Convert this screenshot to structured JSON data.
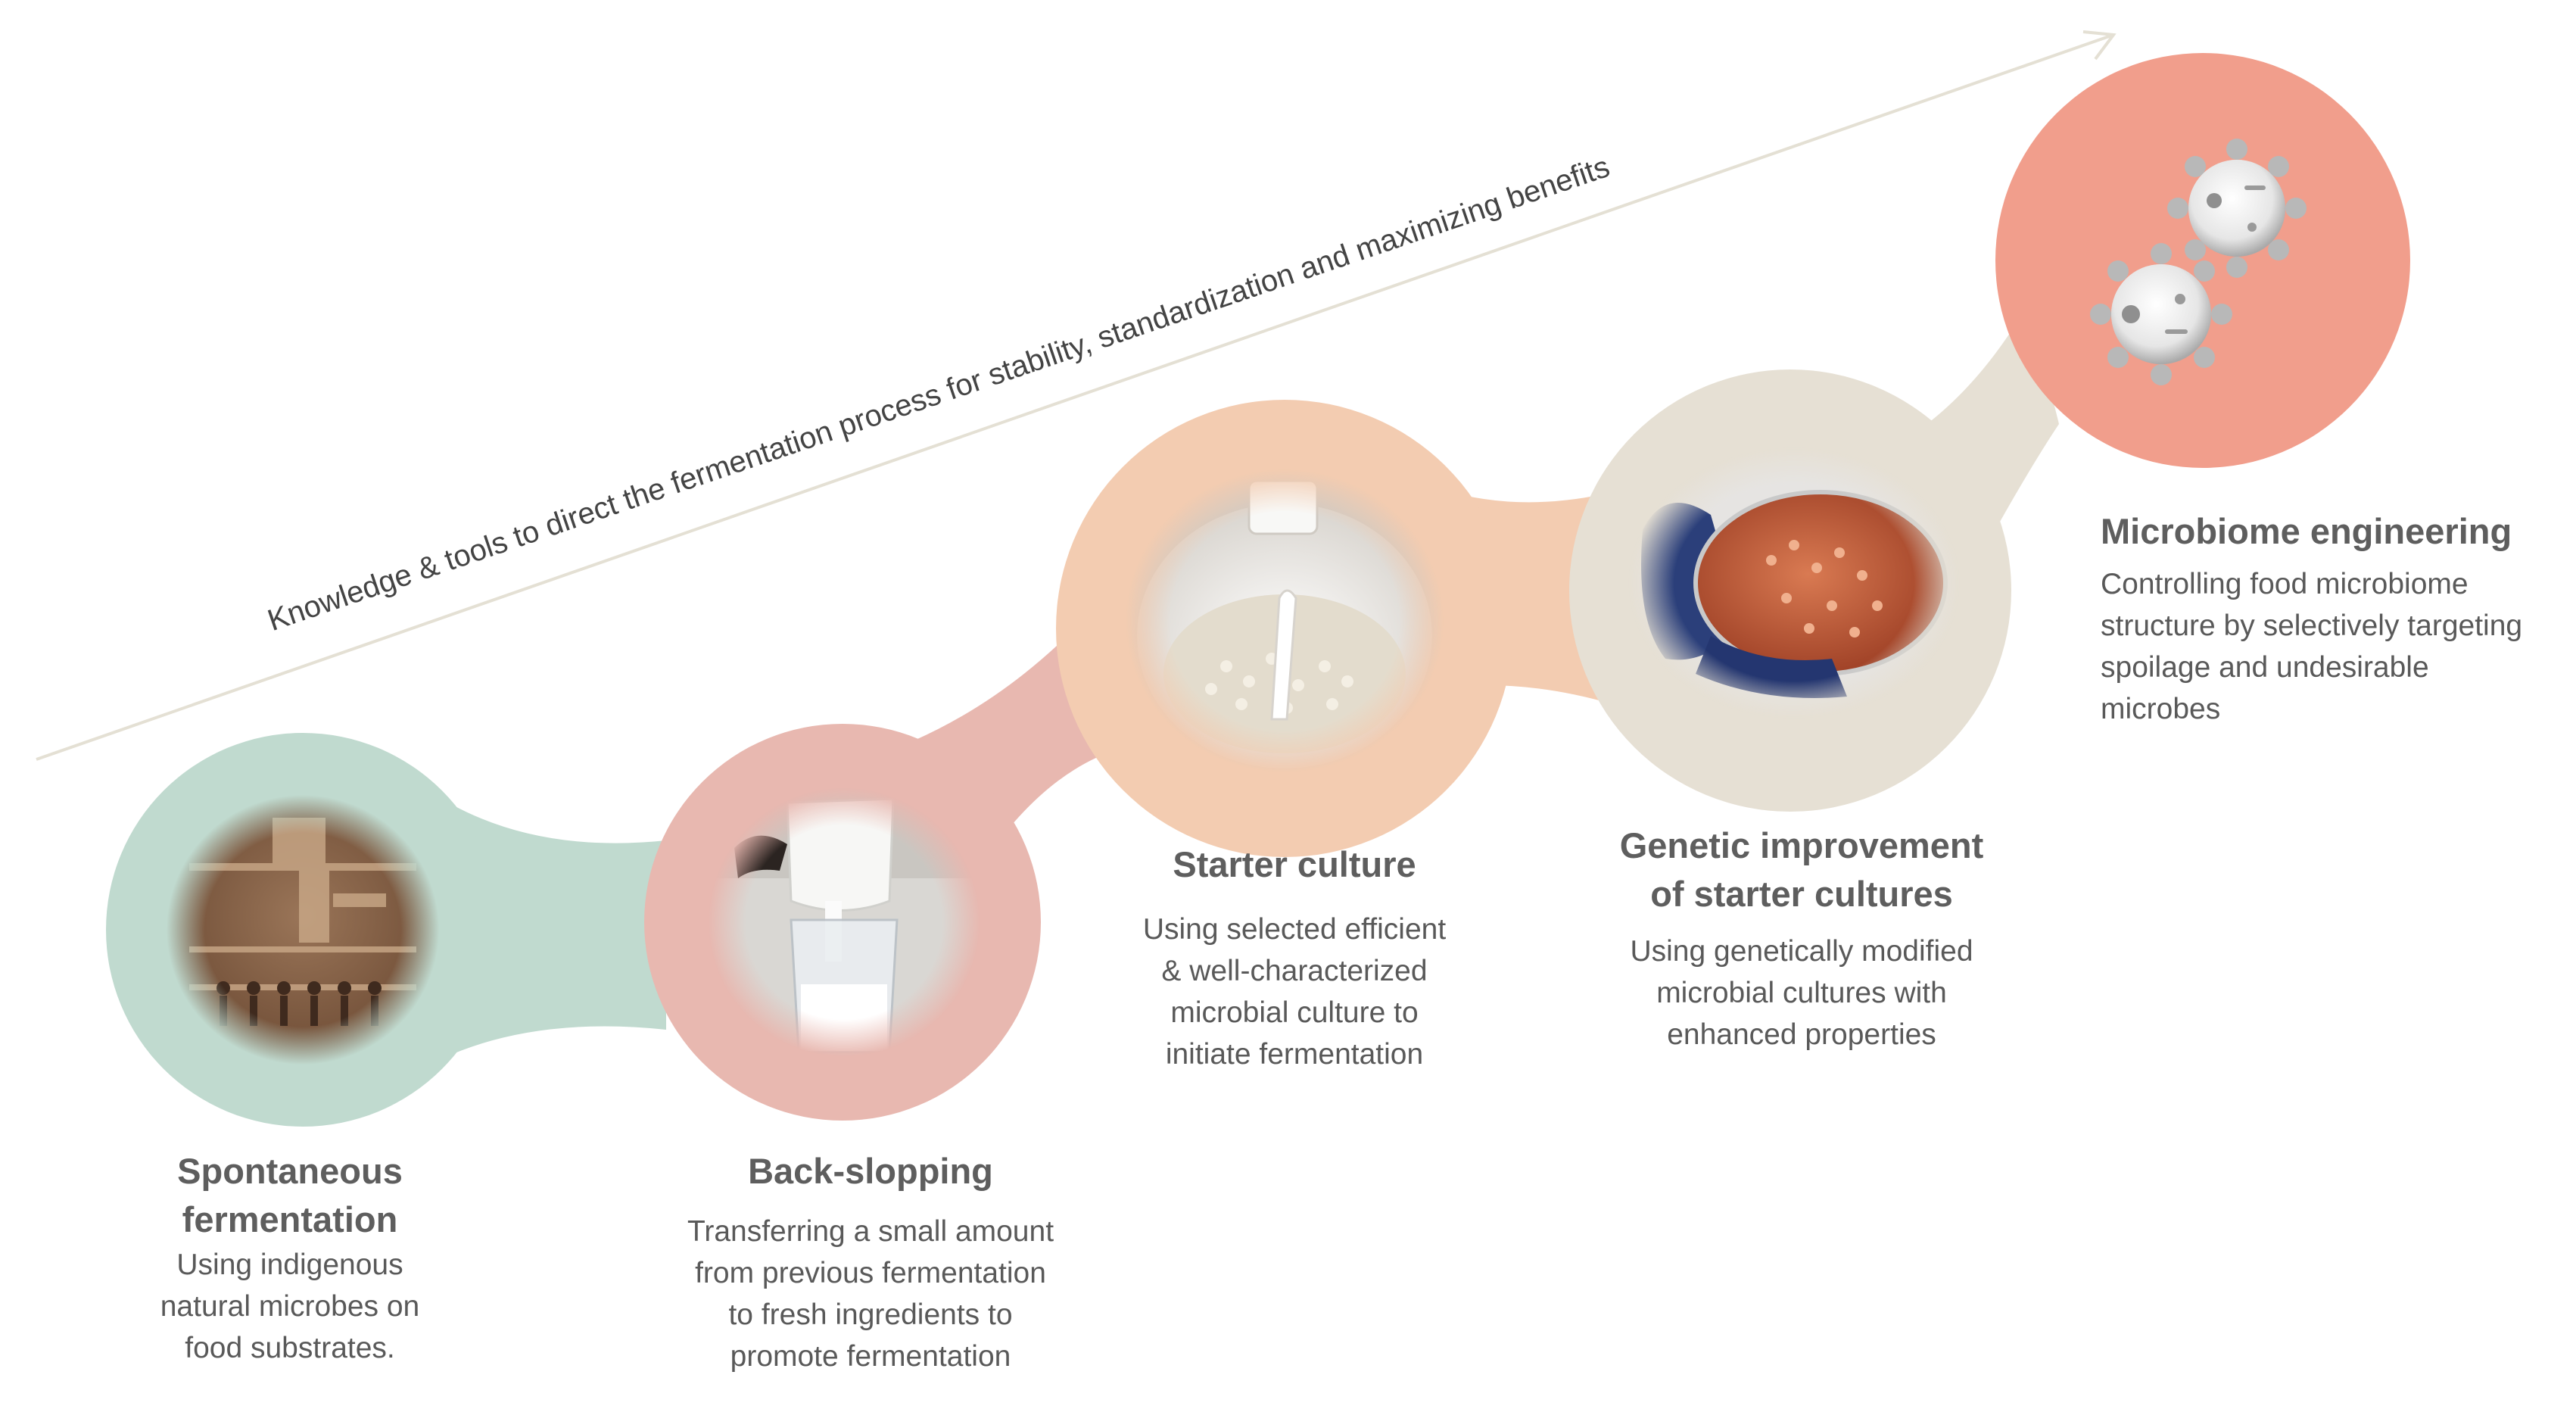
{
  "arrow": {
    "label": "Knowledge & tools to direct the fermentation process for stability, standardization and maximizing benefits",
    "color": "#e4e0d4"
  },
  "steps": [
    {
      "title_lines": [
        "Spontaneous",
        "fermentation"
      ],
      "description_lines": [
        "Using indigenous",
        "natural microbes on",
        "food substrates."
      ],
      "circle_color": "#c0dacf",
      "picture": "ancient-egyptian-relief"
    },
    {
      "title_lines": [
        "Back-slopping"
      ],
      "description_lines": [
        "Transferring a small amount",
        "from previous fermentation",
        "to fresh ingredients to",
        "promote fermentation"
      ],
      "circle_color": "#e8b8b0",
      "picture": "milk-pouring-into-glass"
    },
    {
      "title_lines": [
        "Starter culture"
      ],
      "description_lines": [
        "Using selected efficient",
        "& well-characterized",
        "microbial culture to",
        "initiate fermentation"
      ],
      "circle_color": "#f3ccb1",
      "picture": "starter-culture-spoon"
    },
    {
      "title_lines": [
        "Genetic improvement",
        "of starter cultures"
      ],
      "description_lines": [
        "Using genetically modified",
        "microbial cultures with",
        "enhanced properties"
      ],
      "circle_color": "#e6e0d4",
      "picture": "petri-dish-gloved-hand"
    },
    {
      "title_lines": [
        "Microbiome engineering"
      ],
      "description_lines": [
        "Controlling food microbiome",
        "structure by selectively targeting",
        "spoilage and undesirable",
        "microbes"
      ],
      "circle_color": "#f19e8c",
      "picture": "microbe-gears"
    }
  ],
  "colors": {
    "title": "#5e5e5e",
    "text": "#595959"
  }
}
